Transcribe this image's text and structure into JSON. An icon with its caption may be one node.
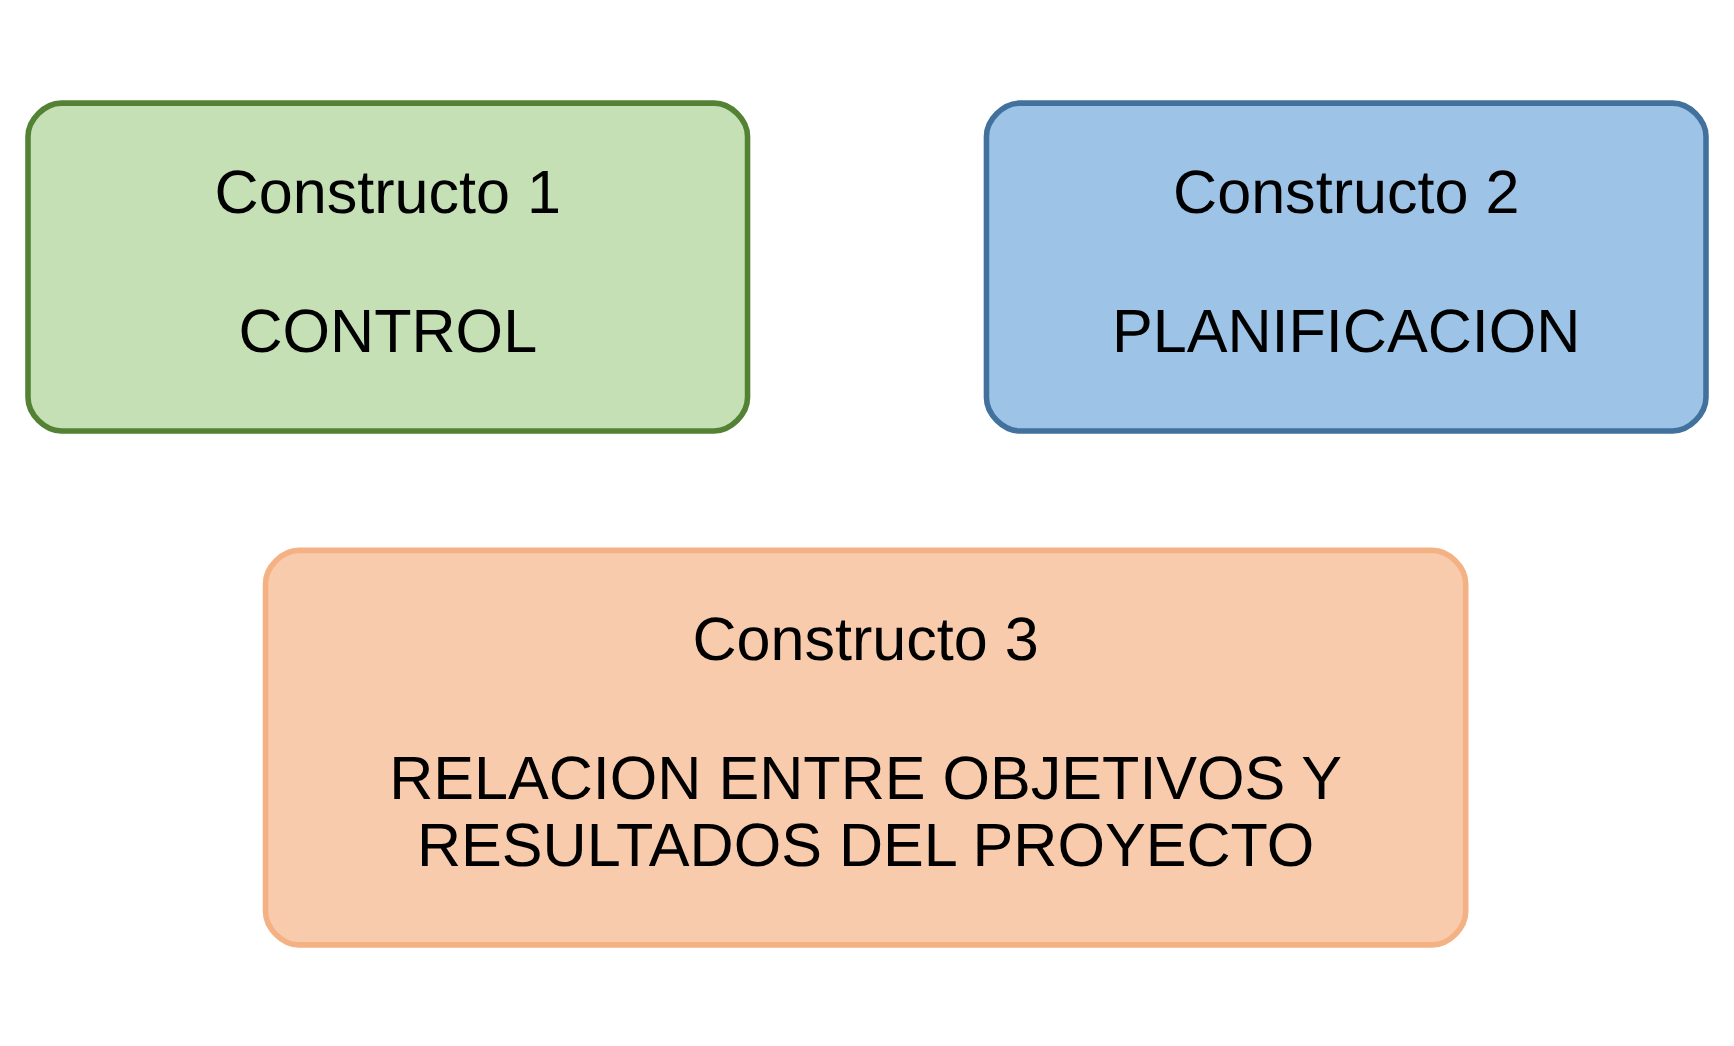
{
  "diagram": {
    "nodes": [
      {
        "text": [
          "Constructo 1",
          "CONTROL"
        ]
      },
      {
        "text": [
          "Constructo 2",
          "PLANIFICACION"
        ]
      },
      {
        "text": [
          "Constructo 3",
          "RELACION ENTRE OBJETIVOS Y RESULTADOS DEL PROYECTO"
        ]
      }
    ]
  }
}
